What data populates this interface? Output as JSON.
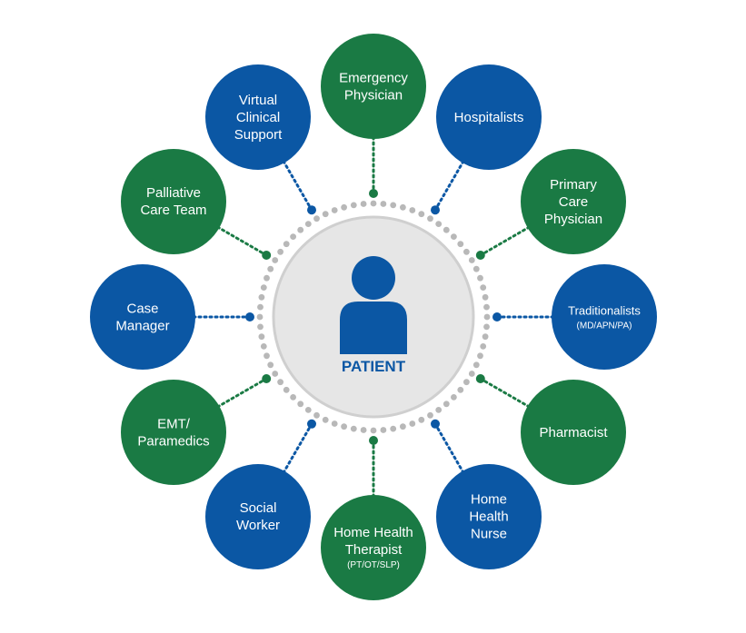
{
  "colors": {
    "blue": "#0b57a4",
    "green": "#1a7a44",
    "center_fill": "#e6e6e6",
    "center_ring": "#cfcfcf",
    "ring_dots": "#b8b8b8",
    "background": "#ffffff"
  },
  "center": {
    "label": "PATIENT",
    "icon": "person-icon"
  },
  "nodes": [
    {
      "id": "emergency-physician",
      "lines": [
        "Emergency",
        "Physician"
      ],
      "color": "green"
    },
    {
      "id": "hospitalists",
      "lines": [
        "Hospitalists"
      ],
      "color": "blue"
    },
    {
      "id": "primary-care-physician",
      "lines": [
        "Primary",
        "Care",
        "Physician"
      ],
      "color": "green"
    },
    {
      "id": "traditionalists",
      "lines": [
        "Traditionalists"
      ],
      "sub": "(MD/APN/PA)",
      "color": "blue"
    },
    {
      "id": "pharmacist",
      "lines": [
        "Pharmacist"
      ],
      "color": "green"
    },
    {
      "id": "home-health-nurse",
      "lines": [
        "Home",
        "Health",
        "Nurse"
      ],
      "color": "blue"
    },
    {
      "id": "home-health-therapist",
      "lines": [
        "Home Health",
        "Therapist"
      ],
      "sub": "(PT/OT/SLP)",
      "color": "green"
    },
    {
      "id": "social-worker",
      "lines": [
        "Social",
        "Worker"
      ],
      "color": "blue"
    },
    {
      "id": "emt-paramedics",
      "lines": [
        "EMT/",
        "Paramedics"
      ],
      "color": "green"
    },
    {
      "id": "case-manager",
      "lines": [
        "Case",
        "Manager"
      ],
      "color": "blue"
    },
    {
      "id": "palliative-care-team",
      "lines": [
        "Palliative",
        "Care Team"
      ],
      "color": "green"
    },
    {
      "id": "virtual-clinical-support",
      "lines": [
        "Virtual",
        "Clinical",
        "Support"
      ],
      "color": "blue"
    }
  ]
}
